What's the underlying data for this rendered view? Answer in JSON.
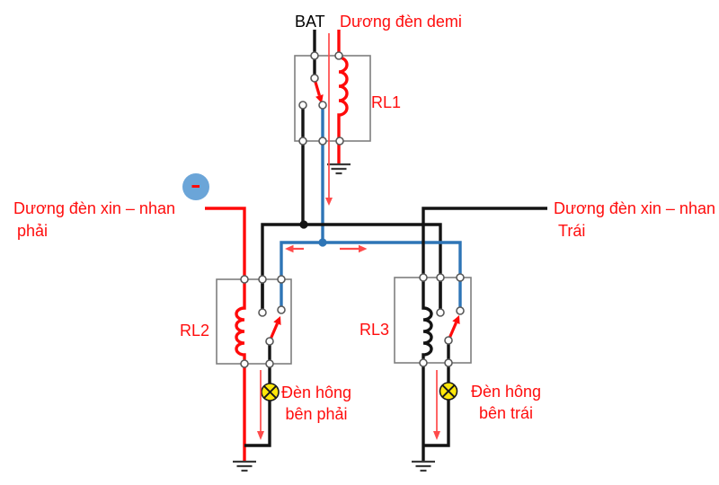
{
  "diagram": {
    "top": {
      "bat": "BAT",
      "demi": "Dương đèn demi"
    },
    "relays": [
      {
        "label": "RL1"
      },
      {
        "label": "RL2"
      },
      {
        "label": "RL3"
      }
    ],
    "left_feed": {
      "line1": "Dương đèn xin – nhan",
      "line2": "phải"
    },
    "right_feed": {
      "line1": "Dương đèn xin – nhan",
      "line2": "Trái"
    },
    "right_lamp": {
      "line1": "Đèn hông",
      "line2": "bên phải"
    },
    "left_lamp": {
      "line1": "Đèn hông",
      "line2": "bên trái"
    },
    "minus_terminal": "-"
  },
  "icons": {
    "minus_terminal": "minus-icon",
    "ground": "ground-icon",
    "lamp": "lamp-icon",
    "switch_arrow": "arrow-icon"
  },
  "colors": {
    "background": "#FFFFFF",
    "wire_red": "#FF0A0A",
    "wire_black": "#141414",
    "wire_blue": "#2E75B6",
    "box_stroke": "#7F7F7F",
    "terminal_stroke": "#595959",
    "lamp_yellow": "#FFE80A",
    "node_blue": "#6BA5D8",
    "arrow_red": "#FF4A4A",
    "text_red": "#FF0D0D",
    "text_black": "#000000"
  }
}
